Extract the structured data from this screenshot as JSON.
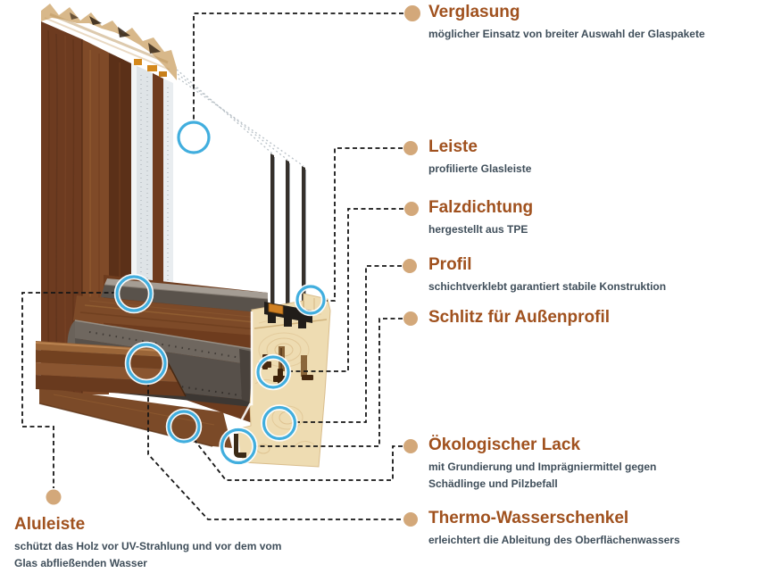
{
  "page": {
    "background": "#ffffff"
  },
  "colors": {
    "heading_text": "#a0511e",
    "description_text": "#3f4e5a",
    "bullet": "#d3a87a",
    "marker_ring": "#41aede",
    "leader_line": "#161616"
  },
  "diagram": {
    "subject": "wooden-window-corner-cross-section"
  },
  "labels": {
    "verglasung": {
      "title": "Verglasung",
      "description": "möglicher Einsatz von breiter Auswahl der Glaspakete"
    },
    "leiste": {
      "title": "Leiste",
      "description": "profilierte Glasleiste"
    },
    "falzdichtung": {
      "title": "Falzdichtung",
      "description": "hergestellt aus TPE"
    },
    "profil": {
      "title": "Profil",
      "description": "schichtverklebt garantiert stabile Konstruktion"
    },
    "schlitz": {
      "title": "Schlitz für Außenprofil"
    },
    "oekologischer_lack": {
      "title": "Ökologischer Lack",
      "description": "mit Grundierung und Imprägniermittel gegen",
      "description2": "Schädlinge und Pilzbefall"
    },
    "thermo_wasserschenkel": {
      "title": "Thermo-Wasserschenkel",
      "description": "erleichtert die Ableitung des Oberflächenwassers"
    },
    "aluleiste": {
      "title": "Aluleiste",
      "description": "schützt das Holz vor UV-Strahlung und vor dem vom",
      "description2": "Glas abfließenden Wasser"
    }
  }
}
